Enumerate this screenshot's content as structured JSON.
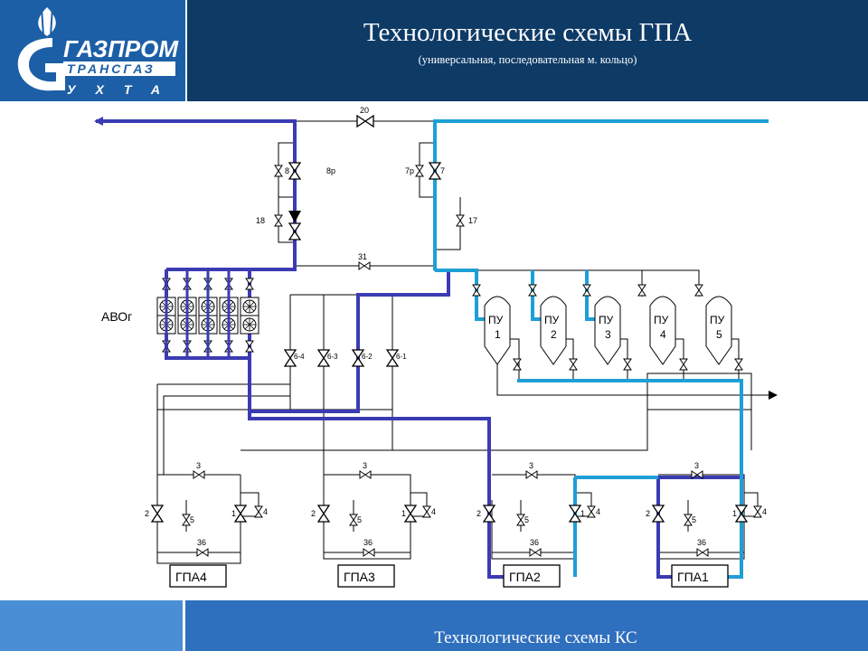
{
  "header": {
    "title": "Технологические схемы ГПА",
    "subtitle": "(универсальная, последовательная м. кольцо)"
  },
  "logo": {
    "line1": "ГАЗПРОМ",
    "line2": "ТРАНСГАЗ",
    "line3": "УХТА"
  },
  "footer": {
    "text": "Технологические схемы КС"
  },
  "diagram": {
    "avo_label": "АВОг",
    "valve_top": "20",
    "valve_bypass": "31",
    "valve_8": "8",
    "valve_8r": "8р",
    "valve_7": "7",
    "valve_7r": "7р",
    "valve_18": "18",
    "valve_17": "17",
    "valves_6": [
      "6-4",
      "6-3",
      "6-2",
      "6-1"
    ],
    "pu_units": [
      {
        "line1": "ПУ",
        "line2": "1"
      },
      {
        "line1": "ПУ",
        "line2": "2"
      },
      {
        "line1": "ПУ",
        "line2": "3"
      },
      {
        "line1": "ПУ",
        "line2": "4"
      },
      {
        "line1": "ПУ",
        "line2": "5"
      }
    ],
    "gpa_units": [
      {
        "name": "ГПА4"
      },
      {
        "name": "ГПА3"
      },
      {
        "name": "ГПА2"
      },
      {
        "name": "ГПА1"
      }
    ],
    "unit_valves": {
      "v1": "1",
      "v2": "2",
      "v3": "3",
      "v4": "4",
      "v5": "5",
      "v36": "36"
    }
  },
  "colors": {
    "header_dark": "#0e3a66",
    "header_logo_bg": "#1c5fa6",
    "footer": "#2e6fbe",
    "discharge_line": "#3b3bb3",
    "suction_line": "#1e9fd6"
  }
}
